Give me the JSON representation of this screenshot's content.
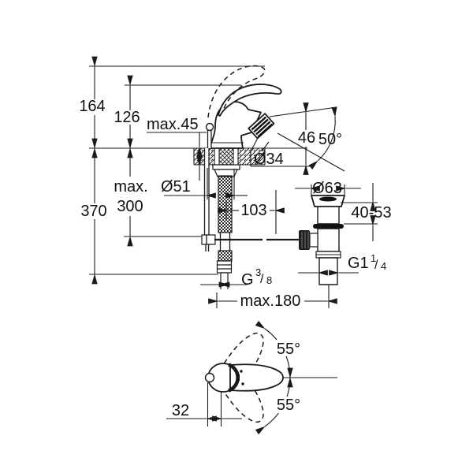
{
  "drawing_type": "faucet-installation-dimension-drawing",
  "colors": {
    "background": "#ffffff",
    "line": "#1a1a1a",
    "fill_dark": "#111111"
  },
  "labels": {
    "total_height": "164",
    "body_height": "126",
    "max_deck_thickness": "max.45",
    "outlet_height": "46",
    "spout_angle": "50°",
    "aerator_diameter": "Ø34",
    "base_diameter": "Ø51",
    "pull_rod_line1": "max.",
    "pull_rod_line2": "300",
    "installation_depth": "370",
    "spout_projection": "103",
    "waste_flange_diameter": "Ø63",
    "waste_mount_range": "40-53",
    "waste_thread_main": "G1",
    "waste_thread_sup": "1",
    "waste_thread_slash": "/",
    "waste_thread_sub": "4",
    "supply_thread_main": "G",
    "supply_thread_sup": "3",
    "supply_thread_slash": "/",
    "supply_thread_sub": "8",
    "max_hose_reach": "max.180",
    "handle_swing_up": "55°",
    "handle_swing_down": "55°",
    "handle_offset": "32"
  }
}
